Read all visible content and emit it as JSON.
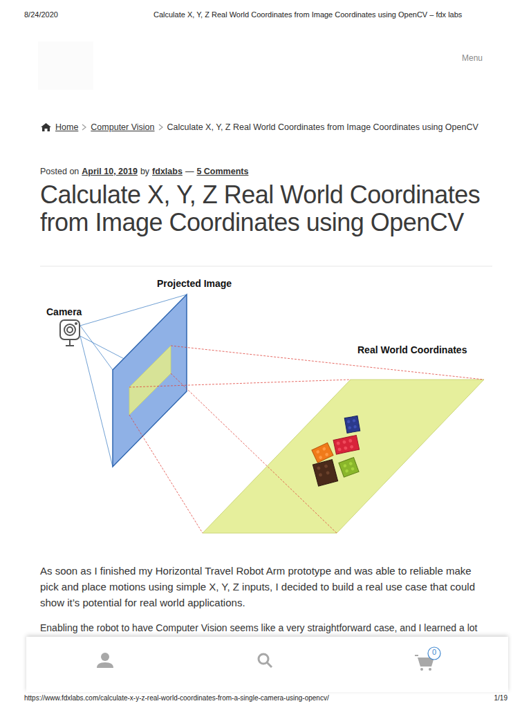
{
  "diagram": {
    "title": "Calculate X, Y, Z Real World Coordinates from Image Coordinates using OpenCV",
    "labels": [
      "8/24/2020",
      "Calculate X, Y, Z Real World Coordinates from Image Coordinates using OpenCV – fdx labs",
      "Menu",
      "Home",
      "Computer Vision",
      "Calculate X, Y, Z Real World Coordinates from Image Coordinates using OpenCV",
      "Posted on",
      "April 10, 2019",
      "by",
      "fdxlabs",
      "—",
      "5 Comments",
      "Projected Image",
      "Camera",
      "Real World Coordinates",
      "As soon as I finished my Horizontal Travel Robot Arm prototype and was able to reliable make pick and place motions using simple X, Y, Z inputs, I decided to build a real use case that could show it’s potential for real world applications.",
      "Enabling the robot to have Computer Vision seems like a very straightforward case, and I learned a lot",
      "0",
      "https://www.fdxlabs.com/calculate-x-y-z-real-world-coordinates-from-a-single-camera-using-opencv/",
      "1/19"
    ]
  }
}
